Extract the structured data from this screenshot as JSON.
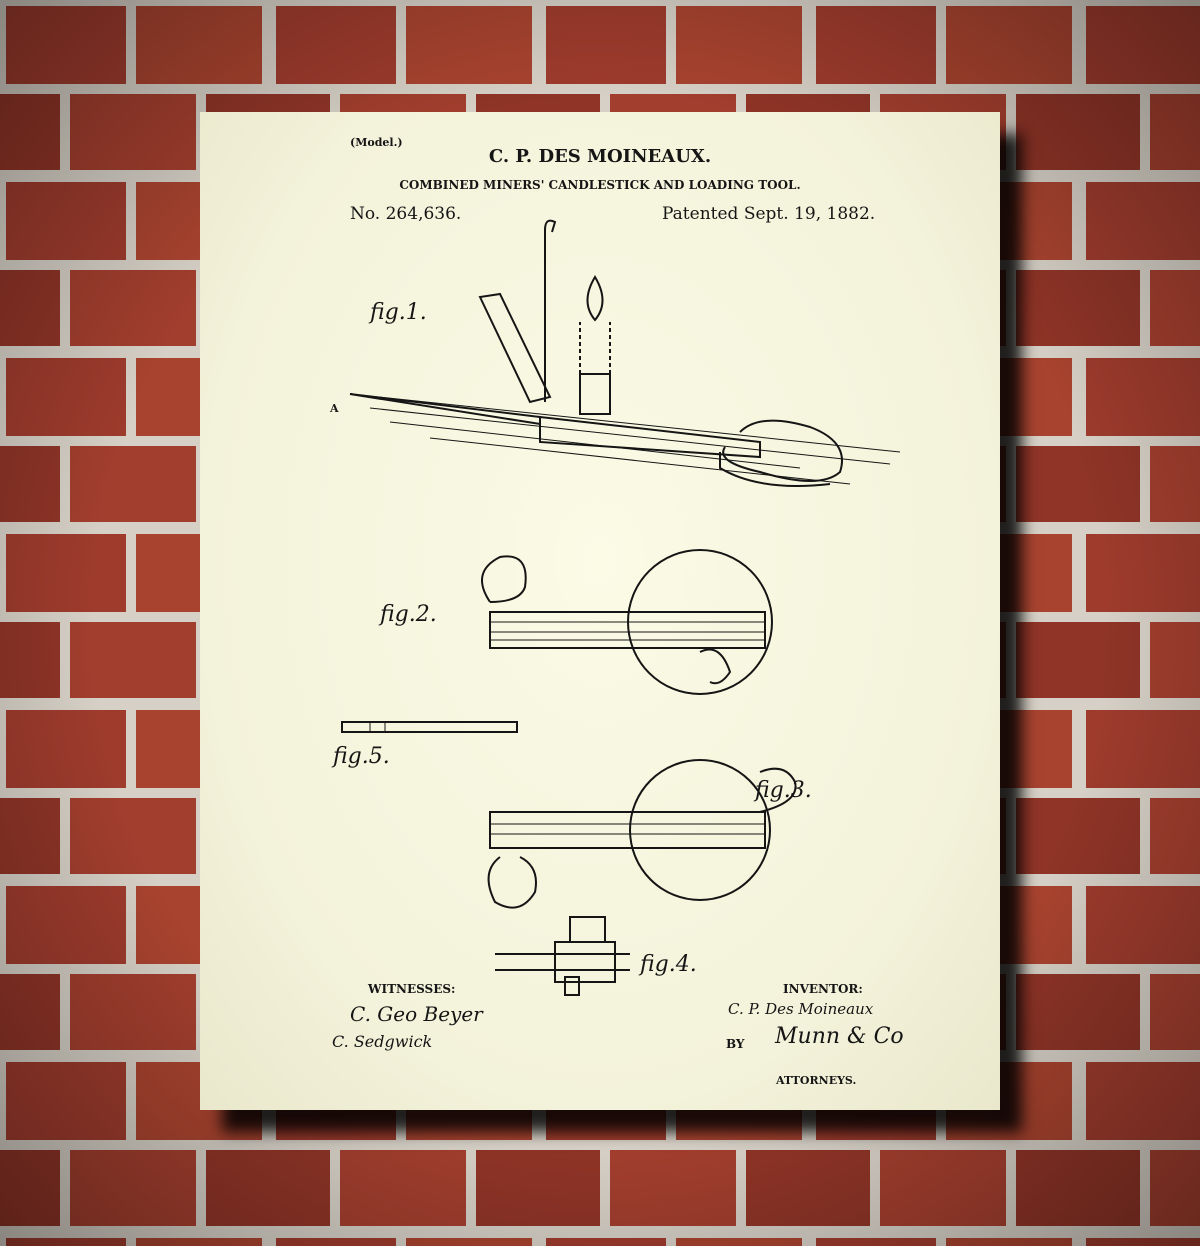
{
  "poster": {
    "model": "(Model.)",
    "inventor_name": "C. P. DES MOINEAUX.",
    "title": "COMBINED MINERS' CANDLESTICK AND LOADING TOOL.",
    "patent_number": "No. 264,636.",
    "patent_date": "Patented Sept. 19, 1882.",
    "figures": [
      "fig.1.",
      "fig.2.",
      "fig.5.",
      "fig.3.",
      "fig.4."
    ],
    "witnesses_label": "WITNESSES:",
    "inventor_label": "INVENTOR:",
    "by_label": "BY",
    "attorneys_label": "ATTORNEYS.",
    "witness_signatures": [
      "C. Geo Beyer",
      "C. Sedgwick"
    ],
    "inventor_signature": "C. P. Des Moineaux",
    "attorney_signature": "Munn & Co"
  },
  "colors": {
    "paper": "#f6f5dd",
    "ink": "#151515",
    "brick": "#9b3a2c",
    "mortar": "#d6d0c6"
  }
}
